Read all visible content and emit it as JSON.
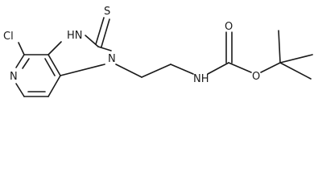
{
  "atom_labels": {
    "chlorine": "Cl",
    "pyridine_nitrogen": "N",
    "imidazole_nh": "HN",
    "thione_sulfur": "S",
    "ring_nitrogen_alkyl": "N",
    "carbamate_nh": "NH",
    "carbonyl_oxygen": "O",
    "ester_oxygen": "O"
  }
}
